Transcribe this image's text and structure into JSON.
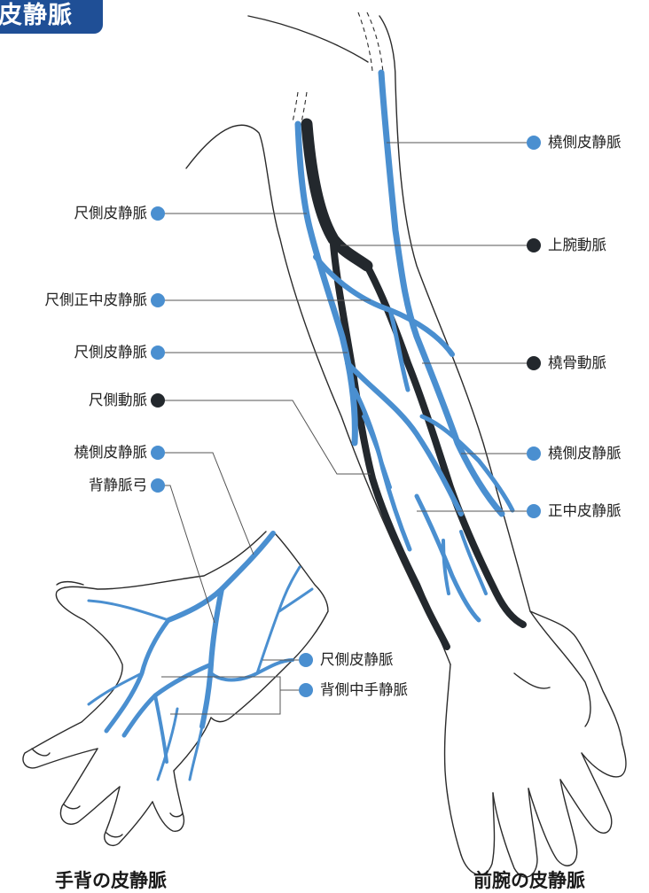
{
  "title": "皮静脈",
  "colors": {
    "vein": "#4a8fd0",
    "artery": "#23282d",
    "title_bg": "#1f4f96"
  },
  "labels_right": [
    {
      "text": "橈側皮静脈",
      "kind": "vein"
    },
    {
      "text": "上腕動脈",
      "kind": "artery"
    },
    {
      "text": "橈骨動脈",
      "kind": "artery"
    },
    {
      "text": "橈側皮静脈",
      "kind": "vein"
    },
    {
      "text": "正中皮静脈",
      "kind": "vein"
    }
  ],
  "labels_left": [
    {
      "text": "尺側皮静脈",
      "kind": "vein"
    },
    {
      "text": "尺側正中皮静脈",
      "kind": "vein"
    },
    {
      "text": "尺側皮静脈",
      "kind": "vein"
    },
    {
      "text": "尺側動脈",
      "kind": "artery"
    },
    {
      "text": "橈側皮静脈",
      "kind": "vein"
    },
    {
      "text": "背静脈弓",
      "kind": "vein"
    }
  ],
  "labels_hand": [
    {
      "text": "尺側皮静脈",
      "kind": "vein"
    },
    {
      "text": "背側中手静脈",
      "kind": "vein"
    }
  ],
  "captions": {
    "hand": "手背の皮静脈",
    "forearm": "前腕の皮静脈"
  }
}
